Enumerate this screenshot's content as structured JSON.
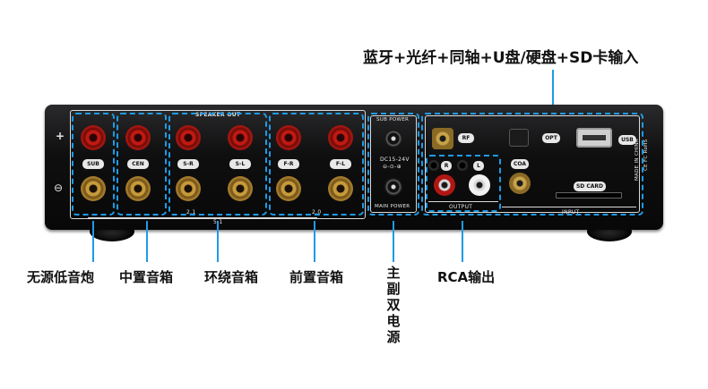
{
  "top_callout": "蓝牙+光纤+同轴+U盘/硬盘+SD卡输入",
  "panel": {
    "plus": "+",
    "minus": "⊖",
    "speaker_out": "SPEAKER OUT",
    "channels": [
      "SUB",
      "CEN",
      "S-R",
      "S-L",
      "F-R",
      "F-L"
    ],
    "group_21": "2.1",
    "group_51": "5.1",
    "group_20": "2.0",
    "sub_power": "SUB POWER",
    "dc_spec": "DC15-24V",
    "dc_symbol": "⊖-⊙-⊕",
    "main_power": "MAIN POWER",
    "rf": "RF",
    "opt": "OPT",
    "usb": "USB",
    "coa": "COA",
    "r": "R",
    "l": "L",
    "output": "OUTPUT",
    "sd_card": "SD CARD",
    "input": "INPUT",
    "made_in": "MADE IN CHINA",
    "cert": "CE FC RoHS"
  },
  "callouts": {
    "subwoofer": "无源低音炮",
    "center": "中置音箱",
    "surround": "环绕音箱",
    "front": "前置音箱",
    "dual_power": [
      "主",
      "副",
      "双",
      "电",
      "源"
    ],
    "rca": "RCA输出"
  },
  "colors": {
    "accent": "#1e9be5",
    "chassis": "#0f0f10",
    "binding_red": "#c01a12",
    "binding_gold": "#c79a3a"
  }
}
